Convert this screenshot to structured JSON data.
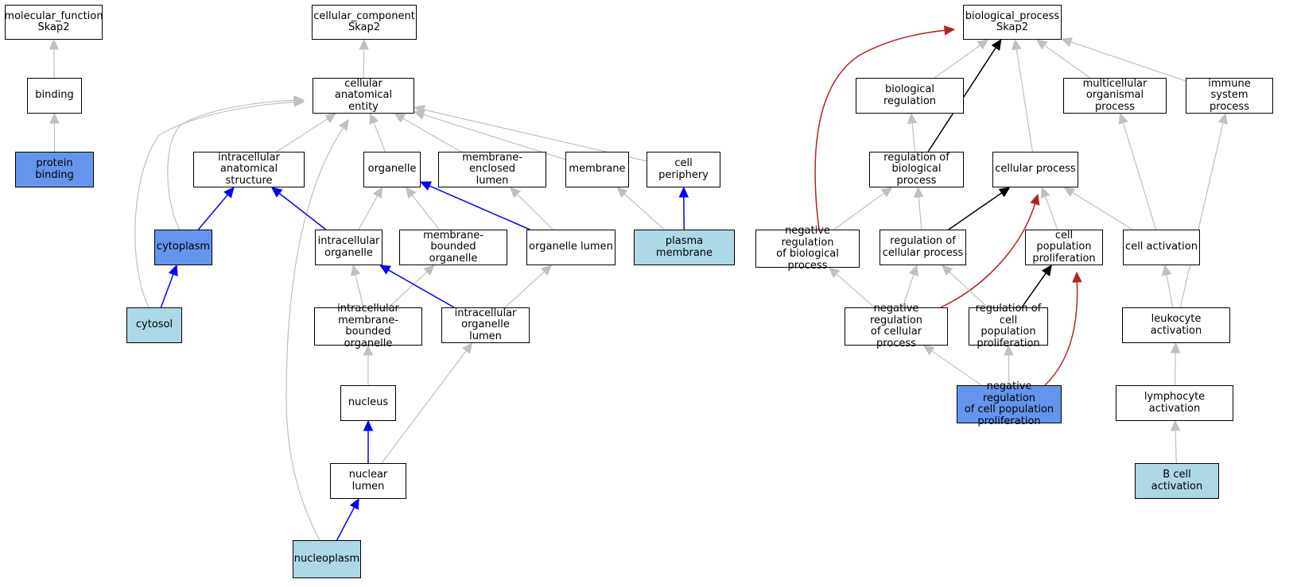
{
  "colors": {
    "edge_is_a": "#c0c0c0",
    "edge_part_of": "#0000ff",
    "edge_regulates": "#000000",
    "edge_negatively_regulates": "#b22222",
    "node_default": "#ffffff",
    "node_annotated": "#6495ed",
    "node_inferred": "#add8e6"
  },
  "nodes": {
    "mf_root": {
      "label": "molecular_function\nSkap2",
      "fill": "#ffffff"
    },
    "binding": {
      "label": "binding",
      "fill": "#ffffff"
    },
    "protein_binding": {
      "label": "protein binding",
      "fill": "#6495ed"
    },
    "cc_root": {
      "label": "cellular_component\nSkap2",
      "fill": "#ffffff"
    },
    "cae": {
      "label": "cellular anatomical\nentity",
      "fill": "#ffffff"
    },
    "ias": {
      "label": "intracellular\nanatomical structure",
      "fill": "#ffffff"
    },
    "organelle": {
      "label": "organelle",
      "fill": "#ffffff"
    },
    "mel": {
      "label": "membrane-enclosed\nlumen",
      "fill": "#ffffff"
    },
    "membrane": {
      "label": "membrane",
      "fill": "#ffffff"
    },
    "cell_periphery": {
      "label": "cell periphery",
      "fill": "#ffffff"
    },
    "cytoplasm": {
      "label": "cytoplasm",
      "fill": "#6495ed"
    },
    "io": {
      "label": "intracellular\norganelle",
      "fill": "#ffffff"
    },
    "mbo": {
      "label": "membrane-bounded\norganelle",
      "fill": "#ffffff"
    },
    "ol": {
      "label": "organelle lumen",
      "fill": "#ffffff"
    },
    "pm": {
      "label": "plasma membrane",
      "fill": "#add8e6"
    },
    "cytosol": {
      "label": "cytosol",
      "fill": "#add8e6"
    },
    "imbo": {
      "label": "intracellular\nmembrane-bounded\norganelle",
      "fill": "#ffffff"
    },
    "iol": {
      "label": "intracellular\norganelle lumen",
      "fill": "#ffffff"
    },
    "nucleus": {
      "label": "nucleus",
      "fill": "#ffffff"
    },
    "nuclear_lumen": {
      "label": "nuclear lumen",
      "fill": "#ffffff"
    },
    "nucleoplasm": {
      "label": "nucleoplasm",
      "fill": "#add8e6"
    },
    "bp_root": {
      "label": "biological_process\nSkap2",
      "fill": "#ffffff"
    },
    "bio_reg": {
      "label": "biological regulation",
      "fill": "#ffffff"
    },
    "mop": {
      "label": "multicellular\norganismal process",
      "fill": "#ffffff"
    },
    "isp": {
      "label": "immune system\nprocess",
      "fill": "#ffffff"
    },
    "rbp": {
      "label": "regulation of\nbiological process",
      "fill": "#ffffff"
    },
    "cp": {
      "label": "cellular process",
      "fill": "#ffffff"
    },
    "nrbp": {
      "label": "negative regulation\nof biological\nprocess",
      "fill": "#ffffff"
    },
    "rcp": {
      "label": "regulation of\ncellular process",
      "fill": "#ffffff"
    },
    "cpp": {
      "label": "cell population\nproliferation",
      "fill": "#ffffff"
    },
    "ca": {
      "label": "cell activation",
      "fill": "#ffffff"
    },
    "nrcp": {
      "label": "negative regulation\nof cellular\nprocess",
      "fill": "#ffffff"
    },
    "rcpp": {
      "label": "regulation of\ncell population\nproliferation",
      "fill": "#ffffff"
    },
    "la": {
      "label": "leukocyte activation",
      "fill": "#ffffff"
    },
    "nrcpp": {
      "label": "negative regulation\nof cell population\nproliferation",
      "fill": "#6495ed"
    },
    "lymph": {
      "label": "lymphocyte activation",
      "fill": "#ffffff"
    },
    "bca": {
      "label": "B cell activation",
      "fill": "#add8e6"
    }
  },
  "edges": [
    {
      "from": "binding",
      "to": "mf_root",
      "type": "is_a"
    },
    {
      "from": "protein_binding",
      "to": "binding",
      "type": "is_a"
    },
    {
      "from": "cae",
      "to": "cc_root",
      "type": "is_a"
    },
    {
      "from": "ias",
      "to": "cae",
      "type": "is_a"
    },
    {
      "from": "organelle",
      "to": "cae",
      "type": "is_a"
    },
    {
      "from": "mel",
      "to": "cae",
      "type": "is_a"
    },
    {
      "from": "membrane",
      "to": "cae",
      "type": "is_a"
    },
    {
      "from": "cell_periphery",
      "to": "cae",
      "type": "is_a"
    },
    {
      "from": "cytoplasm",
      "to": "cae",
      "type": "is_a"
    },
    {
      "from": "cytosol",
      "to": "cae",
      "type": "is_a"
    },
    {
      "from": "nucleoplasm",
      "to": "cae",
      "type": "is_a"
    },
    {
      "from": "cytoplasm",
      "to": "ias",
      "type": "part_of"
    },
    {
      "from": "cytosol",
      "to": "cytoplasm",
      "type": "part_of"
    },
    {
      "from": "io",
      "to": "ias",
      "type": "part_of"
    },
    {
      "from": "io",
      "to": "organelle",
      "type": "is_a"
    },
    {
      "from": "mbo",
      "to": "organelle",
      "type": "is_a"
    },
    {
      "from": "ol",
      "to": "organelle",
      "type": "part_of"
    },
    {
      "from": "ol",
      "to": "mel",
      "type": "is_a"
    },
    {
      "from": "pm",
      "to": "membrane",
      "type": "is_a"
    },
    {
      "from": "pm",
      "to": "cell_periphery",
      "type": "part_of"
    },
    {
      "from": "imbo",
      "to": "io",
      "type": "is_a"
    },
    {
      "from": "imbo",
      "to": "mbo",
      "type": "is_a"
    },
    {
      "from": "iol",
      "to": "io",
      "type": "part_of"
    },
    {
      "from": "iol",
      "to": "ol",
      "type": "is_a"
    },
    {
      "from": "nucleus",
      "to": "imbo",
      "type": "is_a"
    },
    {
      "from": "nuclear_lumen",
      "to": "nucleus",
      "type": "part_of"
    },
    {
      "from": "nuclear_lumen",
      "to": "iol",
      "type": "is_a"
    },
    {
      "from": "nucleoplasm",
      "to": "nuclear_lumen",
      "type": "part_of"
    },
    {
      "from": "bio_reg",
      "to": "bp_root",
      "type": "is_a"
    },
    {
      "from": "rbp",
      "to": "bp_root",
      "type": "regulates"
    },
    {
      "from": "cp",
      "to": "bp_root",
      "type": "is_a"
    },
    {
      "from": "mop",
      "to": "bp_root",
      "type": "is_a"
    },
    {
      "from": "isp",
      "to": "bp_root",
      "type": "is_a"
    },
    {
      "from": "nrbp",
      "to": "bp_root",
      "type": "negatively_regulates"
    },
    {
      "from": "rbp",
      "to": "bio_reg",
      "type": "is_a"
    },
    {
      "from": "nrbp",
      "to": "rbp",
      "type": "is_a"
    },
    {
      "from": "rcp",
      "to": "rbp",
      "type": "is_a"
    },
    {
      "from": "rcp",
      "to": "cp",
      "type": "regulates"
    },
    {
      "from": "cpp",
      "to": "cp",
      "type": "is_a"
    },
    {
      "from": "ca",
      "to": "cp",
      "type": "is_a"
    },
    {
      "from": "ca",
      "to": "mop",
      "type": "is_a"
    },
    {
      "from": "la",
      "to": "isp",
      "type": "is_a"
    },
    {
      "from": "la",
      "to": "ca",
      "type": "is_a"
    },
    {
      "from": "nrcp",
      "to": "nrbp",
      "type": "is_a"
    },
    {
      "from": "nrcp",
      "to": "rcp",
      "type": "is_a"
    },
    {
      "from": "nrcp",
      "to": "cp",
      "type": "negatively_regulates"
    },
    {
      "from": "rcpp",
      "to": "rcp",
      "type": "is_a"
    },
    {
      "from": "rcpp",
      "to": "cpp",
      "type": "regulates"
    },
    {
      "from": "nrcpp",
      "to": "nrcp",
      "type": "is_a"
    },
    {
      "from": "nrcpp",
      "to": "rcpp",
      "type": "is_a"
    },
    {
      "from": "nrcpp",
      "to": "cpp",
      "type": "negatively_regulates"
    },
    {
      "from": "lymph",
      "to": "la",
      "type": "is_a"
    },
    {
      "from": "bca",
      "to": "lymph",
      "type": "is_a"
    }
  ]
}
